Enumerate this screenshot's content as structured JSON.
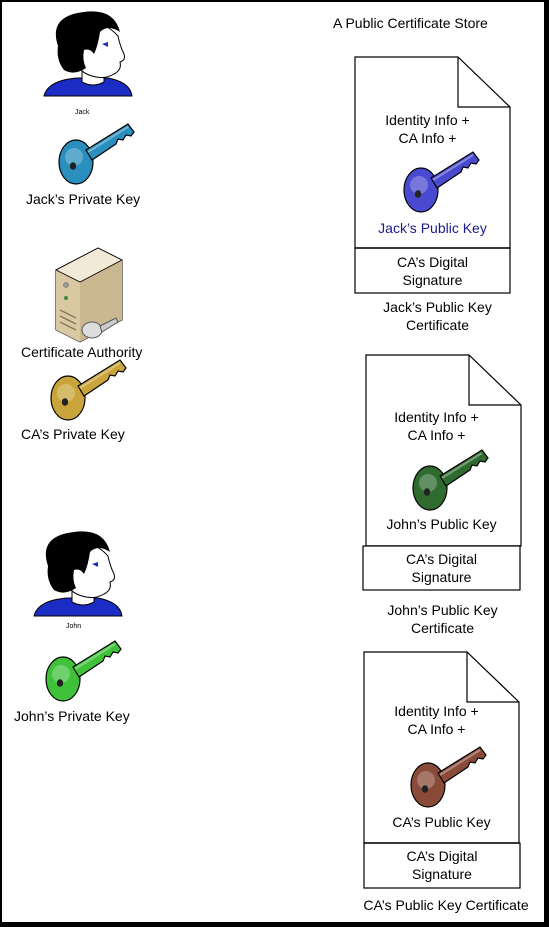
{
  "store_title": "A Public Certificate Store",
  "jack": {
    "name": "Jack",
    "private_key": "Jack’s Private Key",
    "key_color": "#2a8fbd"
  },
  "ca": {
    "name": "Certificate Authority",
    "private_key": "CA’s Private Key",
    "key_color": "#c9a43a"
  },
  "john": {
    "name": "John",
    "private_key": "John’s Private Key",
    "key_color": "#3fc23a"
  },
  "certificates": [
    {
      "line1": "Identity Info +",
      "line2": "CA Info +",
      "public_key": "Jack’s Public Key",
      "public_key_color": "#1a1a8a",
      "key_color": "#4a4ad0",
      "sig1": "CA’s Digital",
      "sig2": "Signature",
      "caption1": "Jack’s Public Key",
      "caption2": "Certificate"
    },
    {
      "line1": "Identity Info +",
      "line2": "CA Info +",
      "public_key": "John’s Public Key",
      "public_key_color": "#000000",
      "key_color": "#2f6b2f",
      "sig1": "CA’s Digital",
      "sig2": "Signature",
      "caption1": "John’s Public Key",
      "caption2": "Certificate"
    },
    {
      "line1": "Identity Info +",
      "line2": "CA Info +",
      "public_key": "CA’s Public Key",
      "public_key_color": "#000000",
      "key_color": "#8a4a38",
      "sig1": "CA’s Digital",
      "sig2": "Signature",
      "caption1": "CA’s Public Key Certificate",
      "caption2": ""
    }
  ]
}
